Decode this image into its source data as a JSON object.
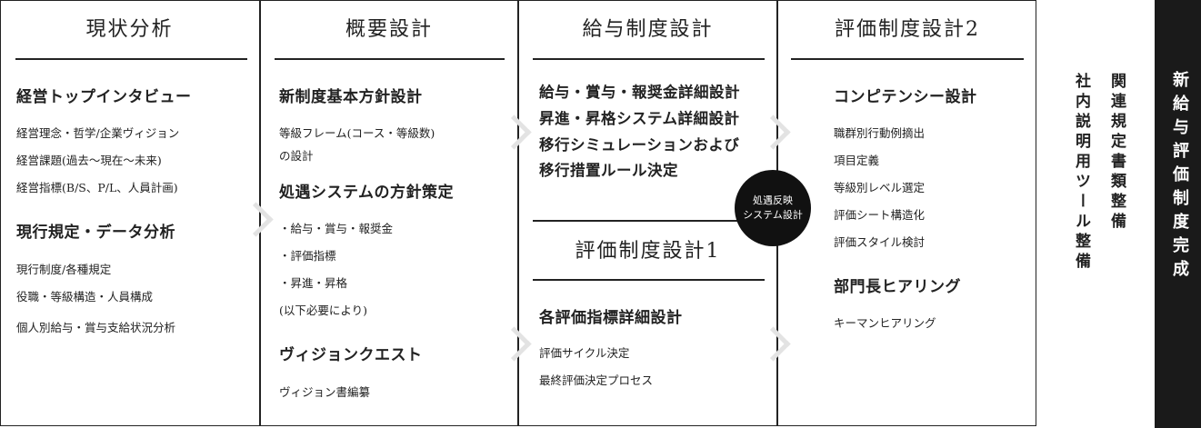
{
  "columns": [
    {
      "title": "現状分析",
      "sections": [
        {
          "heading": "経営トップインタビュー",
          "items": [
            "経営理念・哲学/企業ヴィジョン",
            "経営課題(過去～現在～未来)",
            "経営指標(B/S、P/L、人員計画)"
          ]
        },
        {
          "heading": "現行規定・データ分析",
          "items": [
            "現行制度/各種規定",
            "役職・等級構造・人員構成",
            "個人別給与・賞与支給状況分析"
          ]
        }
      ]
    },
    {
      "title": "概要設計",
      "sections": [
        {
          "heading": "新制度基本方針設計",
          "items": [
            "等級フレーム(コース・等級数)",
            "の設計"
          ]
        },
        {
          "heading": "処遇システムの方針策定",
          "items": [
            "・給与・賞与・報奨金",
            "・評価指標",
            "・昇進・昇格",
            "(以下必要により)"
          ]
        },
        {
          "heading": "ヴィジョンクエスト",
          "items": [
            "ヴィジョン書編纂"
          ]
        }
      ]
    },
    {
      "title": "給与制度設計",
      "lines": [
        "給与・賞与・報奨金詳細設計",
        "昇進・昇格システム詳細設計",
        "移行シミュレーションおよび",
        "移行措置ルール決定"
      ],
      "sub": {
        "title": "評価制度設計1",
        "heading": "各評価指標詳細設計",
        "items": [
          "評価サイクル決定",
          "最終評価決定プロセス"
        ]
      }
    },
    {
      "title": "評価制度設計2",
      "sections": [
        {
          "heading": "コンピテンシー設計",
          "items": [
            "職群別行動例摘出",
            "項目定義",
            "等級別レベル選定",
            "評価シート構造化",
            "評価スタイル検討"
          ]
        },
        {
          "heading": "部門長ヒアリング",
          "items": [
            "キーマンヒアリング"
          ]
        }
      ]
    }
  ],
  "circle": [
    "処遇反映",
    "システム設計"
  ],
  "side_text_1": "関連規定書類整備",
  "side_text_2": "社内説明用ツール整備",
  "final_text": "新給与評価制度完成"
}
